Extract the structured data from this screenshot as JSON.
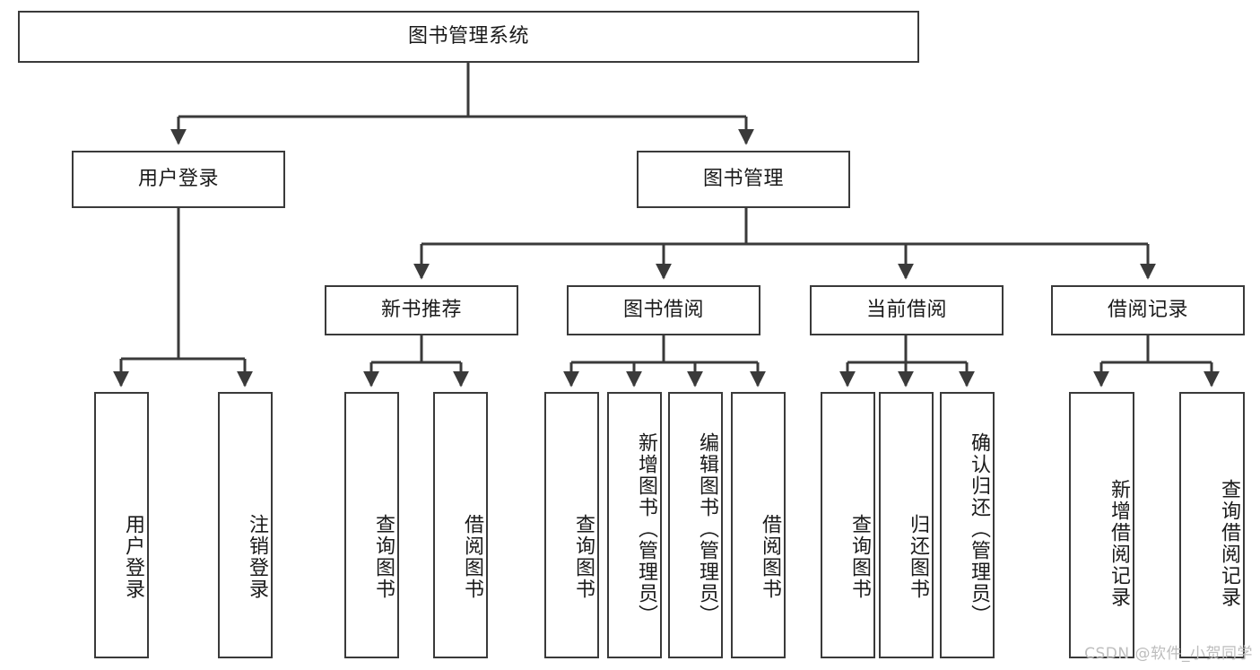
{
  "diagram": {
    "title_node": {
      "label": "图书管理系统"
    },
    "level2": [
      {
        "id": "user-login",
        "label": "用户登录"
      },
      {
        "id": "book-management",
        "label": "图书管理"
      }
    ],
    "level3": [
      {
        "id": "new-book-recommend",
        "label": "新书推荐"
      },
      {
        "id": "book-borrow",
        "label": "图书借阅"
      },
      {
        "id": "current-borrow",
        "label": "当前借阅"
      },
      {
        "id": "borrow-record",
        "label": "借阅记录"
      }
    ],
    "leaves": {
      "user_login": [
        {
          "id": "leaf-user-login",
          "label": "用户登录"
        },
        {
          "id": "leaf-logout-login",
          "label": "注销登录"
        }
      ],
      "new_book_recommend": [
        {
          "id": "leaf-query-book-1",
          "label": "查询图书"
        },
        {
          "id": "leaf-borrow-book-1",
          "label": "借阅图书"
        }
      ],
      "book_borrow": [
        {
          "id": "leaf-query-book-2",
          "label": "查询图书"
        },
        {
          "id": "leaf-add-book",
          "label": "新增图书（管理员）"
        },
        {
          "id": "leaf-edit-book",
          "label": "编辑图书（管理员）"
        },
        {
          "id": "leaf-borrow-book-2",
          "label": "借阅图书"
        }
      ],
      "current_borrow": [
        {
          "id": "leaf-query-book-3",
          "label": "查询图书"
        },
        {
          "id": "leaf-return-book",
          "label": "归还图书"
        },
        {
          "id": "leaf-confirm-return",
          "label": "确认归还（管理员）"
        }
      ],
      "borrow_record": [
        {
          "id": "leaf-add-record",
          "label": "新增借阅记录"
        },
        {
          "id": "leaf-query-record",
          "label": "查询借阅记录"
        }
      ]
    },
    "watermark": "CSDN @软件_小贺同学",
    "colors": {
      "stroke": "#3a3a3a",
      "background": "#ffffff",
      "text": "#1a1a1a",
      "watermark": "#bdbdbd"
    }
  }
}
